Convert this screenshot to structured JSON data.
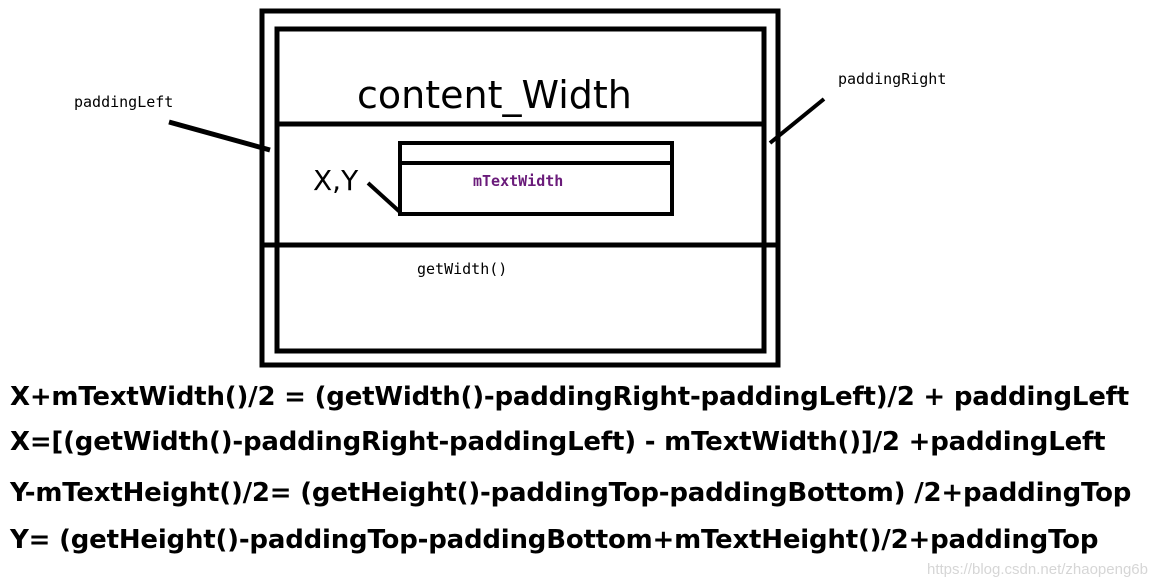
{
  "diagram": {
    "padding_left_label": "paddingLeft",
    "padding_right_label": "paddingRight",
    "content_width_label": "content_Width",
    "xy_label": "X,Y",
    "text_width_label": "mTextWidth",
    "get_width_label": "getWidth()",
    "colors": {
      "stroke": "#000000",
      "text_width_color": "#6a1b7a"
    }
  },
  "formulas": [
    "X+mTextWidth()/2 = (getWidth()-paddingRight-paddingLeft)/2 + paddingLeft",
    "X=[(getWidth()-paddingRight-paddingLeft) - mTextWidth()]/2 +paddingLeft",
    "Y-mTextHeight()/2=  (getHeight()-paddingTop-paddingBottom)  /2+paddingTop",
    "Y=  (getHeight()-paddingTop-paddingBottom+mTextHeight()/2+paddingTop"
  ],
  "watermark": "https://blog.csdn.net/zhaopeng6b"
}
